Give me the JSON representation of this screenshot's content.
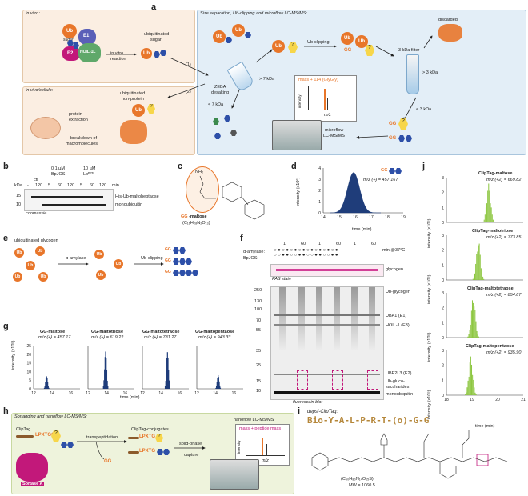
{
  "panels": {
    "a": "a",
    "b": "b",
    "c": "c",
    "d": "d",
    "e": "e",
    "f": "f",
    "g": "g",
    "h": "h",
    "i": "i",
    "j": "j"
  },
  "panel_a": {
    "invitro_title": "in vitro:",
    "invivo_title": "in vivo/cellulo:",
    "pipeline_title": "Size separation, Ub-clipping and microflow LC-MS/MS:",
    "ub": "Ub",
    "e1": "E1",
    "e2": "E2",
    "hoil": "HOIL-1L",
    "sugar": "sugar",
    "reaction_1": "in vitro",
    "reaction_2": "reaction",
    "ubiquitinated_sugar_1": "ubiquitinated",
    "ubiquitinated_sugar_2": "sugar",
    "step1": "(1)",
    "step2": "(2)",
    "zeba_1": "ZEBA",
    "zeba_2": "desalting",
    "gt7": "> 7 kDa",
    "lt7": "< 7 kDa",
    "ubclip": "Ub-clipping",
    "gg": "GG",
    "discarded": "discarded",
    "filter": "3 kDa filter",
    "gt3": "> 3 kDa",
    "lt3": "< 3 kDa",
    "mass": "mass + 114 (GlyGly)",
    "intensity": "intensity",
    "mz": "m/z",
    "microflow_1": "microflow",
    "microflow_2": "LC-MS/MS",
    "nonprot_1": "ubiquitinated",
    "nonprot_2": "non-protein",
    "extraction_1": "protein",
    "extraction_2": "extraction",
    "breakdown_1": "breakdown of",
    "breakdown_2": "macromolecules",
    "q": "?"
  },
  "panel_b": {
    "conc1": "0.1 µM",
    "enz1": "BpJOS",
    "conc2": "10 µM",
    "enz2": "Lbᴾᴾ*",
    "ctr": "ctr",
    "kda": "kDa",
    "min": "min",
    "lanes": [
      "-",
      "120",
      "5",
      "60",
      "120",
      "5",
      "60",
      "120"
    ],
    "mw15": "15",
    "mw10": "10",
    "band1": "His-Ub-maltoheptaose",
    "band2": "monoubiquitin",
    "stain": "coomassie"
  },
  "panel_c": {
    "label_gg": "GG",
    "label_rest": "-maltose",
    "formula": "(C₁₆H₂₈N₂O₁₃)",
    "nh2": "NH₂"
  },
  "panel_d": {
    "ylabel": "intensity (x10⁶)",
    "xlabel": "time (min)",
    "yticks": [
      "0",
      "1",
      "2",
      "3",
      "4"
    ],
    "xticks": [
      "14",
      "15",
      "16",
      "17",
      "18",
      "19"
    ],
    "gg": "GG",
    "mz": "m/z (+) = 457.167"
  },
  "panel_e": {
    "title": "ubiquitinated glycogen",
    "step1": "α-amylase",
    "step2": "Ub-clipping",
    "ub": "Ub",
    "gg": "GG"
  },
  "panel_f": {
    "amylase": "α-amylase:",
    "bpjos": "BpJOS:",
    "times": [
      "1",
      "60",
      "1",
      "60",
      "1",
      "60"
    ],
    "min": "min @37°C",
    "glycogen": "glycogen",
    "pas": "PAS stain",
    "ubglycogen": "Ub-glycogen",
    "ube1": "UBA1 (E1)",
    "hoil": "HOIL-1 (E3)",
    "ube2": "UBE2L3 (E2)",
    "ubgluco_1": "Ub-gluco-",
    "ubgluco_2": "saccharides",
    "mono": "monoubiquitin",
    "blot": "fluorescein blot",
    "mw": [
      "250",
      "130",
      "100",
      "70",
      "55",
      "35",
      "25",
      "15",
      "10"
    ]
  },
  "panel_g": {
    "ylabel": "intensity (x10⁵)",
    "xlabel": "time (min)",
    "yticks": [
      "0",
      "5",
      "10",
      "15",
      "20",
      "25"
    ],
    "xticks": [
      "12",
      "14",
      "16"
    ],
    "titles": [
      "GG-maltose",
      "GG-maltotriose",
      "GG-maltotetraose",
      "GG-maltopentaose"
    ],
    "mzs": [
      "m/z (+) = 457.17",
      "m/z (+) = 619.22",
      "m/z (+) = 781.27",
      "m/z (+) = 943.33"
    ]
  },
  "panel_h": {
    "title": "Sortagging and nanoflow LC-MS/MS:",
    "cliptag": "ClipTag",
    "lpxtgg": "LPXTGG",
    "lpxtg": "LPXTG",
    "gg": "GG",
    "transpeptidation": "transpeptidation",
    "conjugates": "ClipTag-conjugates",
    "capture_1": "solid-phase",
    "capture_2": "capture",
    "nanoflow": "nanoflow LC-MS/MS",
    "mass": "mass + peptide mass",
    "intensity": "intensity",
    "mz": "m/z",
    "sortase": "Sortase A",
    "q": "?"
  },
  "panel_i": {
    "title": "depsi-ClipTag:",
    "sequence": "Bio-Y-A-L-P-R-T-(o)-G-G",
    "formula": "(C₅₀H₈₀N₁₄O₁₅S)",
    "mw": "MW = 1060.5"
  },
  "panel_j": {
    "ylabel": "intensity (x10⁵)",
    "xlabel": "time (min)",
    "xticks": [
      "18",
      "19",
      "20",
      "21"
    ],
    "yticks": [
      "0",
      "1",
      "2",
      "3"
    ],
    "titles": [
      "ClipTag-maltose",
      "ClipTag-maltotriose",
      "ClipTag-maltotetraose",
      "ClipTag-maltopentaose"
    ],
    "mzs": [
      "m/z (+2) = 669.82",
      "m/z (+2) = 773.85",
      "m/z (+2) = 854.87",
      "m/z (+2) = 935.90"
    ]
  },
  "colors": {
    "orange": "#e8762a",
    "navy": "#233f8c",
    "green": "#8cc63f",
    "darkblue": "#1f3d7a",
    "magenta": "#c2187a",
    "invitro_bg": "#fbeee2",
    "pipeline_bg": "#e3eef7",
    "sortag_bg": "#eef3dc"
  }
}
